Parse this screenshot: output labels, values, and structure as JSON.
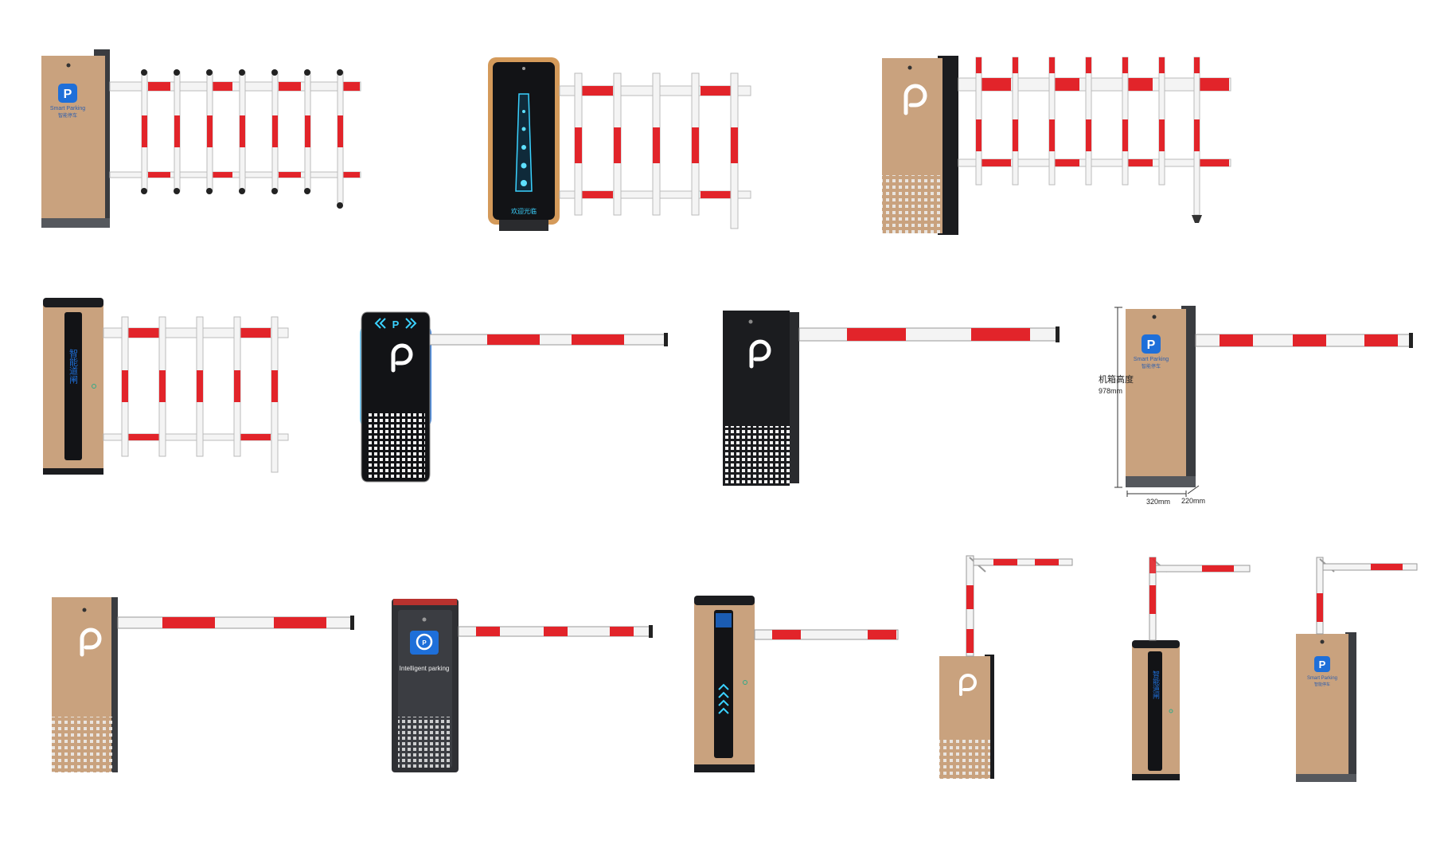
{
  "colors": {
    "tan": "#c9a27e",
    "tan_dark": "#a8825f",
    "side_dark": "#3a3c40",
    "black": "#1b1c1f",
    "red": "#e2242a",
    "white_bar": "#f4f4f4",
    "blue": "#1e6fd9",
    "accent_cyan": "#3ad2ff"
  },
  "labels": {
    "smart_parking": "Smart Parking",
    "smart_parking_cn": "智能停车",
    "intelligent_parking": "Intelligent parking",
    "cabinet_height_label": "机箱高度",
    "cabinet_height_value": "978mm",
    "dim_width": "320mm",
    "dim_depth": "220mm",
    "vertical_cn": "智能道闸",
    "arrow_text": "P",
    "led_text": "欢迎光临"
  },
  "icons": [
    "parking-p-logo-icon",
    "parking-badge-icon",
    "chevron-arrows-icon"
  ]
}
